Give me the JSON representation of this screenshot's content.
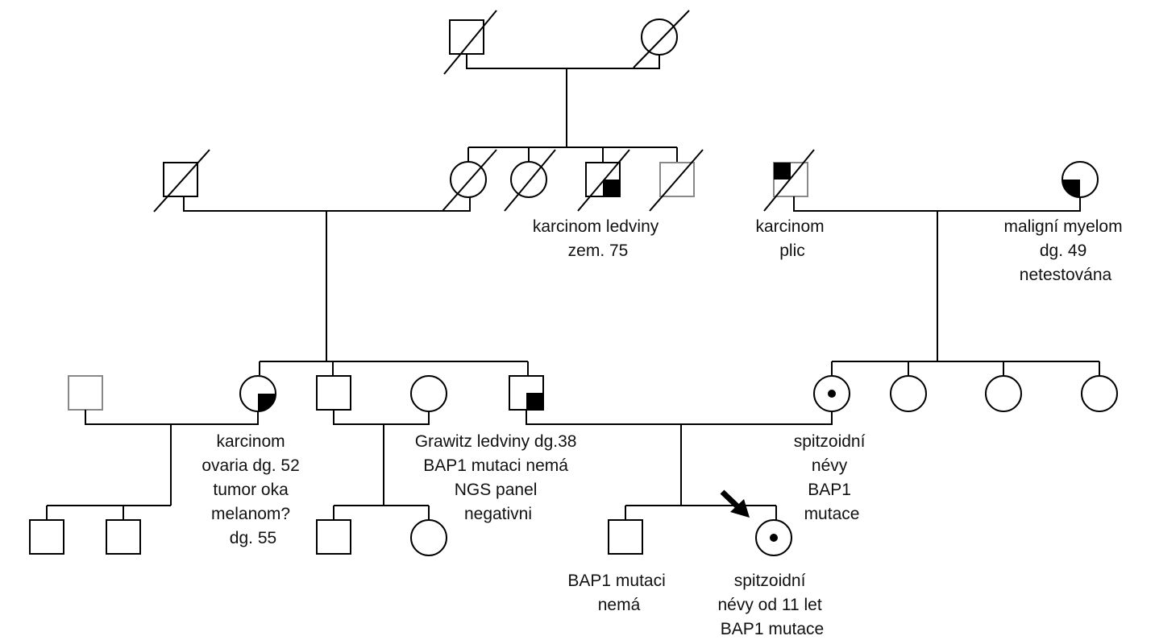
{
  "notes": {
    "uncle_kidney": [
      "karcinom ledviny",
      "zem. 75"
    ],
    "grandfather_lung": [
      "karcinom",
      "plic"
    ],
    "grandmother_myeloma": [
      "maligní myelom",
      "dg. 49",
      "netestována"
    ],
    "aunt_ovary": [
      "karcinom",
      "ovaria dg. 52",
      "tumor oka",
      "melanom?",
      "dg. 55"
    ],
    "father": [
      "Grawitz ledviny dg.38",
      "BAP1 mutaci nemá",
      "NGS panel",
      "negativni"
    ],
    "mother": [
      "spitzoidní",
      "névy",
      "BAP1",
      "mutace"
    ],
    "brother": [
      "BAP1 mutaci",
      "nemá"
    ],
    "proband": [
      "spitzoidní",
      "névy od 11 let",
      "BAP1 mutace"
    ]
  },
  "colors": {
    "line": "#000000",
    "unaffected_grey": "#888888",
    "affected": "#000000"
  },
  "icons": {
    "proband_marker": "arrow-icon",
    "carrier_marker": "dot-icon"
  }
}
